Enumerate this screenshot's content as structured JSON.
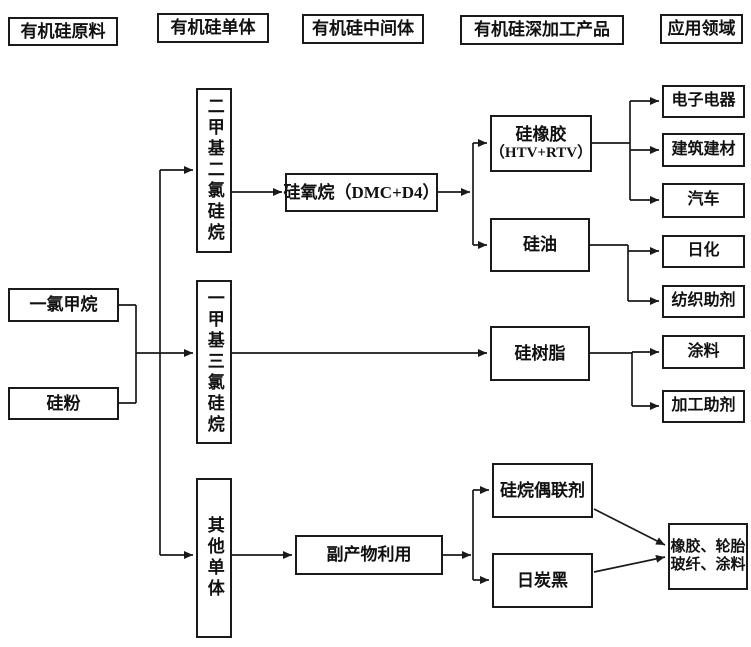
{
  "headers": {
    "raw_materials": "有机硅原料",
    "monomers": "有机硅单体",
    "intermediates": "有机硅中间体",
    "deep_processed_products": "有机硅深加工产品",
    "applications": "应用领域"
  },
  "nodes": {
    "methyl_chloride": "一氯甲烷",
    "silicon_powder": "硅粉",
    "dimethyldichlorosilane": "二甲基二氯硅烷",
    "methyltrichlorosilane": "一甲基三氯硅烷",
    "other_monomers": "其他单体",
    "siloxane": "硅氧烷（DMC+D4）",
    "byproduct_utilization": "副产物利用",
    "silicone_rubber": {
      "line1": "硅橡胶",
      "line2": "（HTV+RTV）"
    },
    "silicone_oil": "硅油",
    "silicone_resin": "硅树脂",
    "silane_coupling_agent": "硅烷偶联剂",
    "carbon_black": "日炭黑",
    "electronics": "电子电器",
    "building_materials": "建筑建材",
    "automotive": "汽车",
    "daily_chemicals": "日化",
    "textile_auxiliary": "纺织助剂",
    "coatings": "涂料",
    "processing_aids": "加工助剂",
    "rubber_tire": {
      "line1": "橡胶、轮胎",
      "line2": "玻纤、涂料"
    }
  },
  "colors": {
    "line": "#1a1a1a",
    "background": "#ffffff",
    "text": "#111111"
  }
}
